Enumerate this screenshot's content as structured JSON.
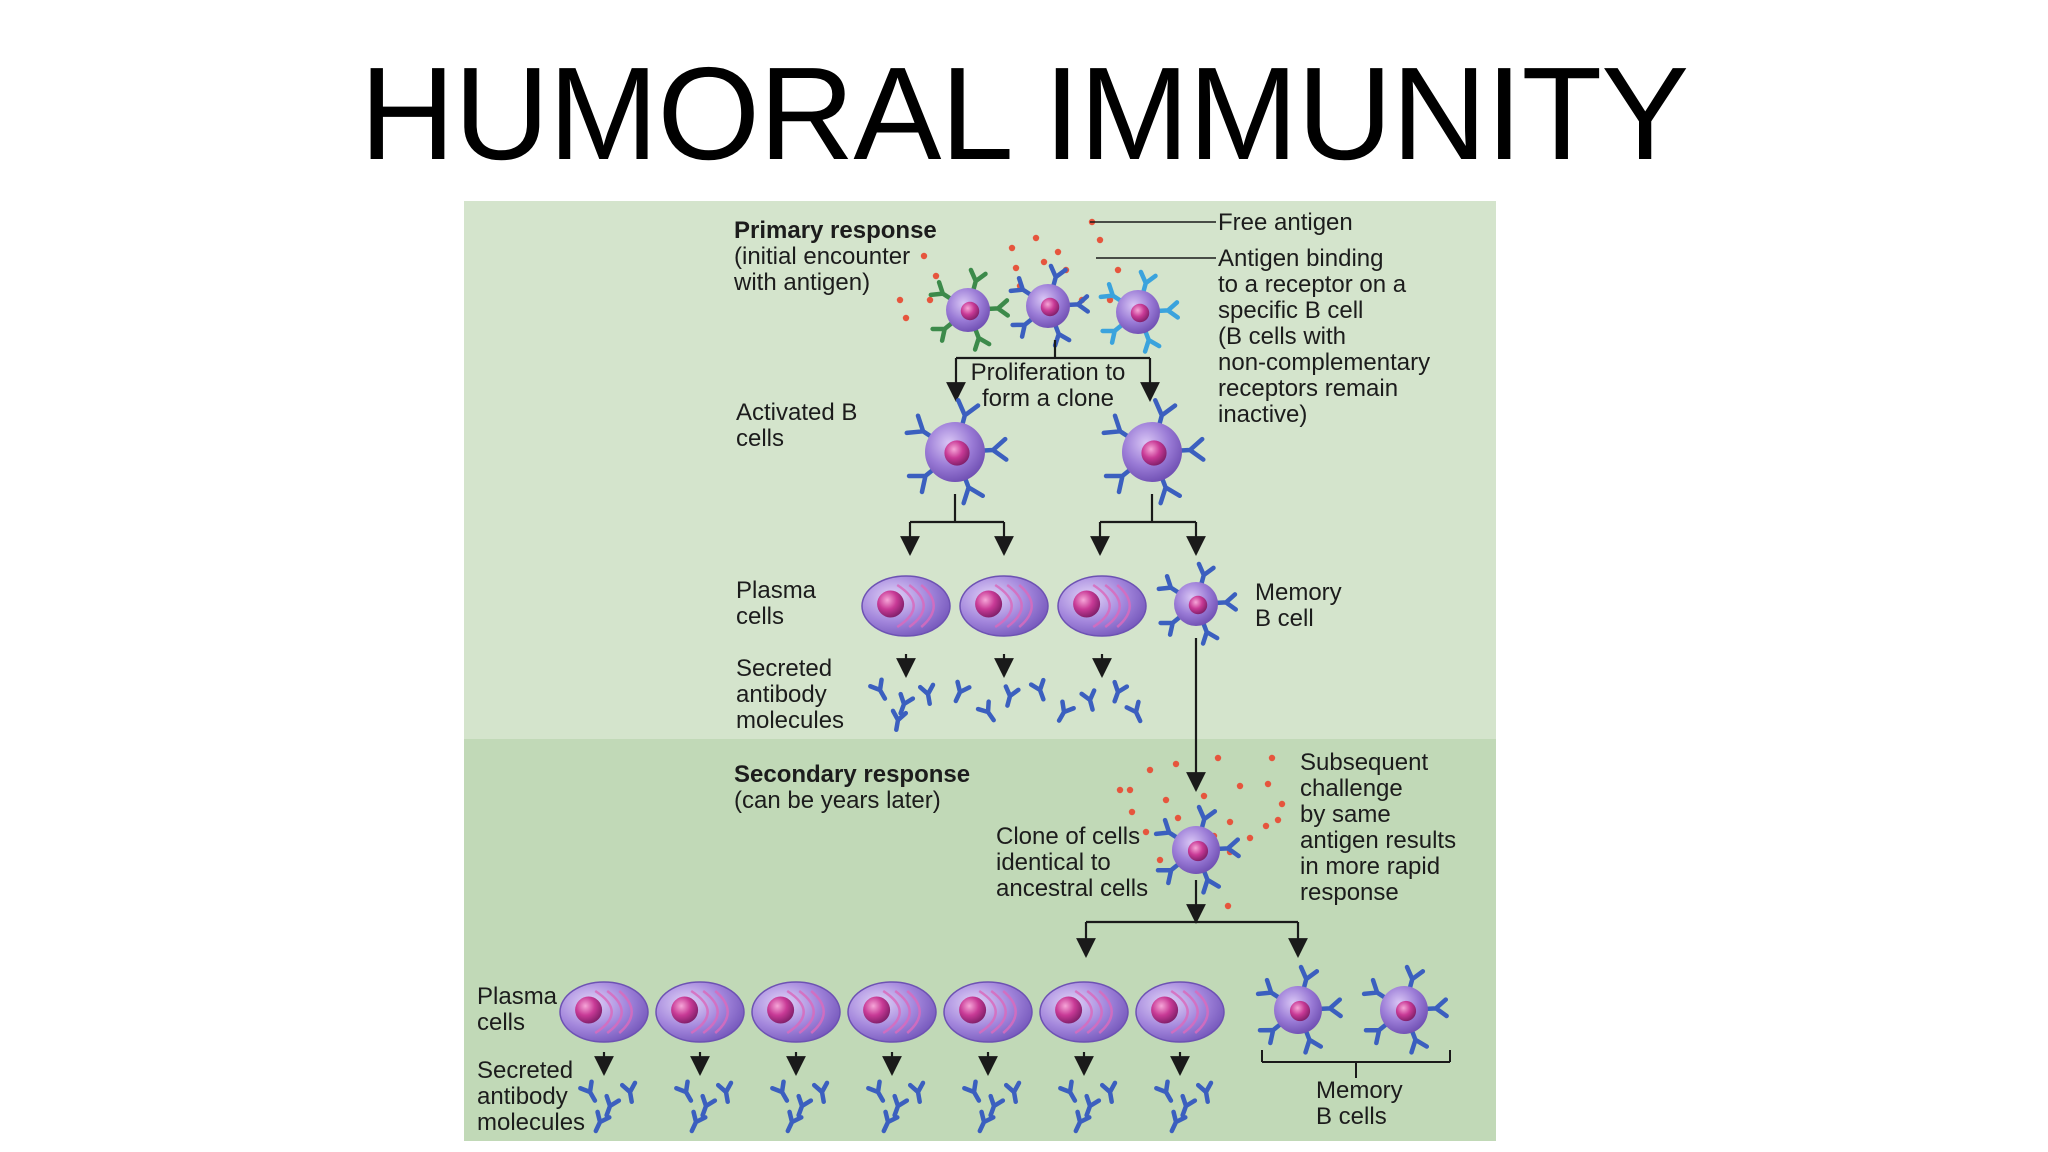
{
  "title": "HUMORAL IMMUNITY",
  "colors": {
    "panel_top": "#d4e4cc",
    "panel_bottom": "#c1d9b7",
    "antigen": "#e6553d",
    "receptor": "#3b5fbf",
    "receptor_green": "#3c8a4a",
    "receptor_cyan": "#3aa3dd",
    "cell_body": "#8d6ac9",
    "nucleus": "#c83a96",
    "plasma_body": "#9a7bd6"
  },
  "labels": {
    "primary_title": "Primary response",
    "primary_sub1": "(initial encounter",
    "primary_sub2": "with antigen)",
    "free_antigen": "Free antigen",
    "binding1": "Antigen binding",
    "binding2": "to a receptor on a",
    "binding3": "specific B cell",
    "binding4": "(B cells with",
    "binding5": "non-complementary",
    "binding6": "receptors remain",
    "binding7": "inactive)",
    "prolif1": "Proliferation to",
    "prolif2": "form a clone",
    "activated1": "Activated B",
    "activated2": "cells",
    "plasma1_1": "Plasma",
    "plasma1_2": "cells",
    "memory1_1": "Memory",
    "memory1_2": "B cell",
    "secreted1_1": "Secreted",
    "secreted1_2": "antibody",
    "secreted1_3": "molecules",
    "secondary_title": "Secondary response",
    "secondary_sub": "(can be years later)",
    "subseq1": "Subsequent",
    "subseq2": "challenge",
    "subseq3": "by same",
    "subseq4": "antigen results",
    "subseq5": "in more rapid",
    "subseq6": "response",
    "clone1": "Clone of cells",
    "clone2": "identical to",
    "clone3": "ancestral cells",
    "plasma2_1": "Plasma",
    "plasma2_2": "cells",
    "secreted2_1": "Secreted",
    "secreted2_2": "antibody",
    "secreted2_3": "molecules",
    "memory2_1": "Memory",
    "memory2_2": "B cells"
  }
}
